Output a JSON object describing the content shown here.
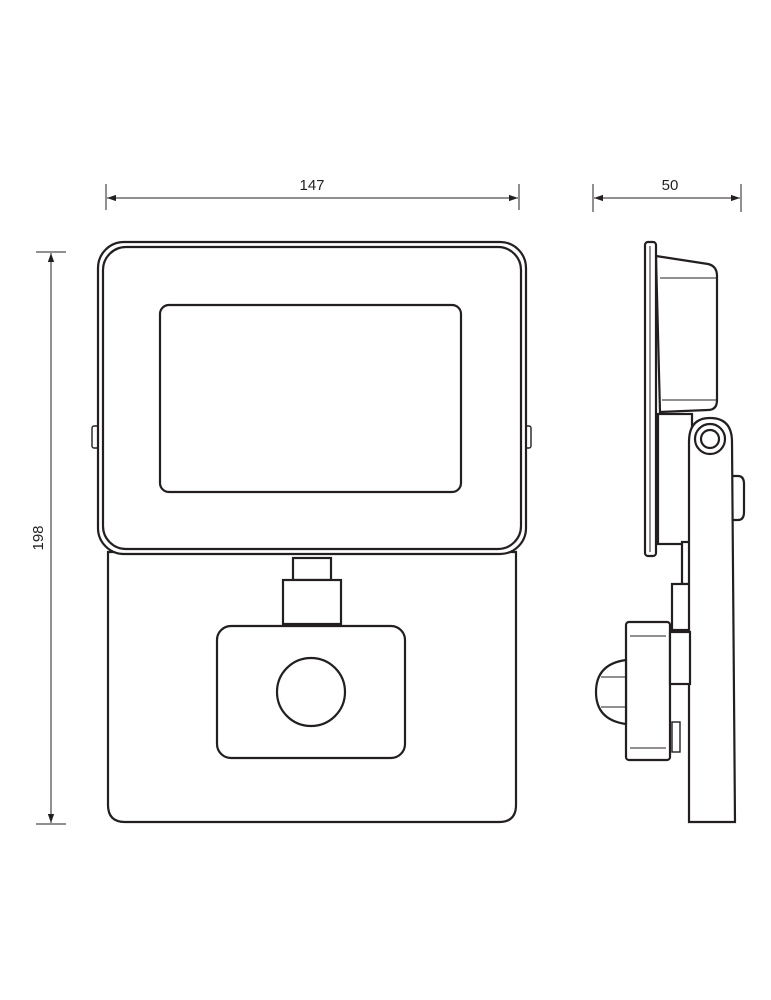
{
  "dimensions": {
    "width": "147",
    "height": "198",
    "depth": "50"
  },
  "colors": {
    "line": "#231f20",
    "background": "#ffffff"
  }
}
